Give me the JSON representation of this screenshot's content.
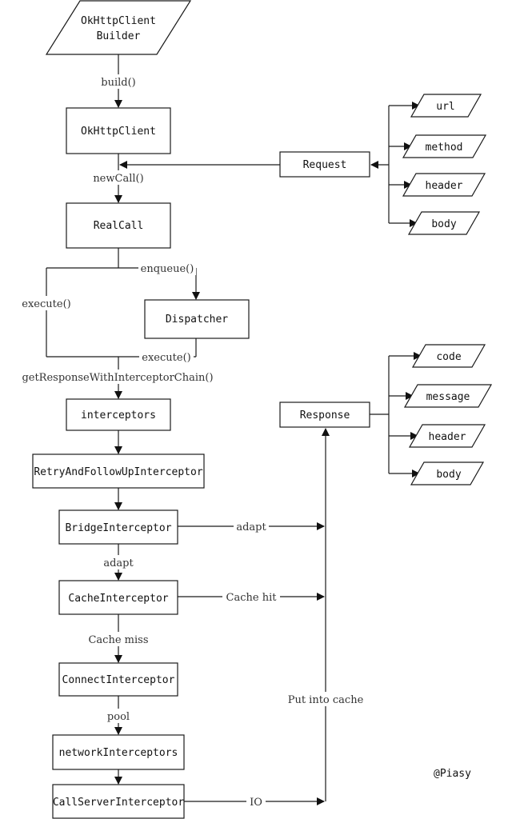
{
  "nodes": {
    "okhttp_builder": "OkHttpClient\nBuilder",
    "okhttp_client": "OkHttpClient",
    "real_call": "RealCall",
    "dispatcher": "Dispatcher",
    "interceptors": "interceptors",
    "retry": "RetryAndFollowUpInterceptor",
    "bridge": "BridgeInterceptor",
    "cache": "CacheInterceptor",
    "connect": "ConnectInterceptor",
    "network": "networkInterceptors",
    "call_server": "CallServerInterceptor",
    "request": "Request",
    "response": "Response"
  },
  "request_fields": [
    "url",
    "method",
    "header",
    "body"
  ],
  "response_fields": [
    "code",
    "message",
    "header",
    "body"
  ],
  "edges": {
    "build": "build()",
    "new_call": "newCall()",
    "enqueue": "enqueue()",
    "execute_left": "execute()",
    "execute_right": "execute()",
    "get_response": "getResponseWithInterceptorChain()",
    "adapt_down": "adapt",
    "cache_miss": "Cache miss",
    "pool": "pool",
    "adapt_right": "adapt",
    "cache_hit": "Cache hit",
    "io": "IO",
    "put_cache": "Put into cache"
  },
  "credit": "@Piasy"
}
